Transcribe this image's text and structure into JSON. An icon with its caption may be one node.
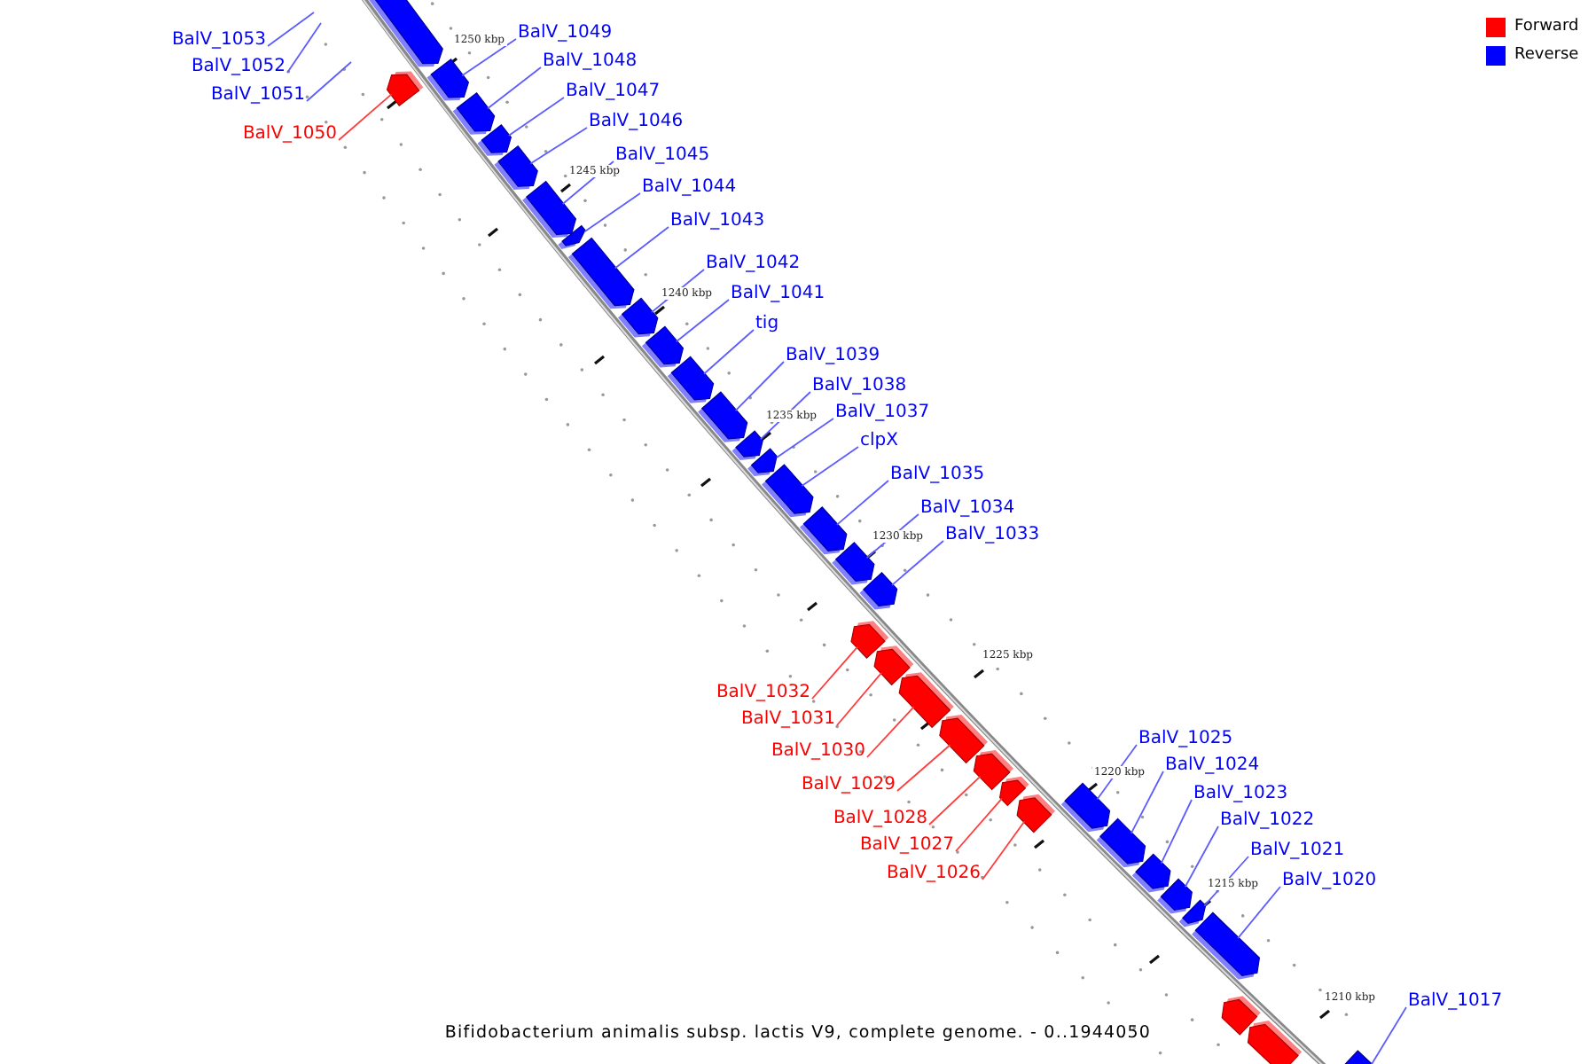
{
  "diagram": {
    "caption": "Bifidobacterium animalis subsp. lactis V9, complete genome. - 0..1944050",
    "nodes": [
      {
        "text": [
          "BalV_1053"
        ]
      },
      {
        "text": [
          "BalV_1052"
        ]
      },
      {
        "text": [
          "BalV_1051"
        ]
      },
      {
        "text": [
          "BalV_1050"
        ]
      },
      {
        "text": [
          "BalV_1049"
        ]
      },
      {
        "text": [
          "BalV_1048"
        ]
      },
      {
        "text": [
          "BalV_1047"
        ]
      },
      {
        "text": [
          "BalV_1046"
        ]
      },
      {
        "text": [
          "BalV_1045"
        ]
      },
      {
        "text": [
          "BalV_1044"
        ]
      },
      {
        "text": [
          "BalV_1043"
        ]
      },
      {
        "text": [
          "BalV_1042"
        ]
      },
      {
        "text": [
          "BalV_1041"
        ]
      },
      {
        "text": [
          "tig"
        ]
      },
      {
        "text": [
          "BalV_1039"
        ]
      },
      {
        "text": [
          "BalV_1038"
        ]
      },
      {
        "text": [
          "BalV_1037"
        ]
      },
      {
        "text": [
          "clpX"
        ]
      },
      {
        "text": [
          "BalV_1035"
        ]
      },
      {
        "text": [
          "BalV_1034"
        ]
      },
      {
        "text": [
          "BalV_1033"
        ]
      },
      {
        "text": [
          "BalV_1032"
        ]
      },
      {
        "text": [
          "BalV_1031"
        ]
      },
      {
        "text": [
          "BalV_1030"
        ]
      },
      {
        "text": [
          "BalV_1029"
        ]
      },
      {
        "text": [
          "BalV_1028"
        ]
      },
      {
        "text": [
          "BalV_1027"
        ]
      },
      {
        "text": [
          "BalV_1026"
        ]
      },
      {
        "text": [
          "BalV_1025"
        ]
      },
      {
        "text": [
          "BalV_1024"
        ]
      },
      {
        "text": [
          "BalV_1023"
        ]
      },
      {
        "text": [
          "BalV_1022"
        ]
      },
      {
        "text": [
          "BalV_1021"
        ]
      },
      {
        "text": [
          "BalV_1020"
        ]
      },
      {
        "text": [
          "BalV_1017"
        ]
      },
      {
        "text": [],
        "shape": "bar"
      },
      {
        "text": [],
        "shape": "bar"
      },
      {
        "text": [],
        "shape": "bar"
      },
      {
        "text": [],
        "shape": "bar"
      },
      {
        "text": [],
        "shape": "bar"
      },
      {
        "text": [],
        "shape": "bar"
      },
      {
        "text": [],
        "shape": "bar"
      },
      {
        "text": [],
        "shape": "bar"
      },
      {
        "text": [],
        "shape": "bar"
      },
      {
        "text": [],
        "shape": "bar"
      },
      {
        "text": [],
        "shape": "bar"
      },
      {
        "text": [],
        "shape": "bar"
      },
      {
        "text": [],
        "shape": "bar"
      },
      {
        "text": [],
        "shape": "bar"
      },
      {
        "text": [],
        "shape": "bar"
      },
      {
        "text": [],
        "shape": "bar"
      },
      {
        "text": [],
        "shape": "bar"
      },
      {
        "text": [],
        "shape": "bar"
      },
      {
        "text": [],
        "shape": "bar"
      },
      {
        "text": [],
        "shape": "bar"
      },
      {
        "text": [],
        "shape": "bar"
      },
      {
        "text": [],
        "shape": "bar"
      },
      {
        "text": [],
        "shape": "bar"
      },
      {
        "text": [],
        "shape": "bar"
      },
      {
        "text": [],
        "shape": "bar"
      },
      {
        "text": [],
        "shape": "bar"
      },
      {
        "text": [],
        "shape": "bar"
      },
      {
        "text": [],
        "shape": "bar"
      },
      {
        "text": [],
        "shape": "bar"
      },
      {
        "text": [],
        "shape": "bar"
      },
      {
        "text": [],
        "shape": "bar"
      },
      {
        "text": [],
        "shape": "bar"
      },
      {
        "text": [],
        "shape": "bar"
      },
      {
        "text": [],
        "shape": "bar"
      },
      {
        "text": [],
        "shape": "bar"
      }
    ],
    "edges": [
      {
        "from": 0,
        "to": null,
        "arrow": "none"
      },
      {
        "from": 1,
        "to": null,
        "arrow": "none"
      },
      {
        "from": 2,
        "to": null,
        "arrow": "none"
      },
      {
        "from": 3,
        "to": 36,
        "arrow": "none",
        "color": "#ff3b3b"
      },
      {
        "from": 4,
        "to": 37,
        "arrow": "none"
      },
      {
        "from": 5,
        "to": 38,
        "arrow": "none"
      },
      {
        "from": 6,
        "to": 39,
        "arrow": "none"
      },
      {
        "from": 7,
        "to": 40,
        "arrow": "none"
      },
      {
        "from": 8,
        "to": 41,
        "arrow": "none"
      },
      {
        "from": 9,
        "to": 42,
        "arrow": "none"
      },
      {
        "from": 10,
        "to": 43,
        "arrow": "none"
      },
      {
        "from": 11,
        "to": 44,
        "arrow": "none"
      },
      {
        "from": 12,
        "to": 45,
        "arrow": "none"
      },
      {
        "from": 13,
        "to": 46,
        "arrow": "none"
      },
      {
        "from": 14,
        "to": 47,
        "arrow": "none"
      },
      {
        "from": 15,
        "to": 48,
        "arrow": "none"
      },
      {
        "from": 16,
        "to": 49,
        "arrow": "none"
      },
      {
        "from": 17,
        "to": 50,
        "arrow": "none"
      },
      {
        "from": 18,
        "to": 51,
        "arrow": "none"
      },
      {
        "from": 19,
        "to": 52,
        "arrow": "none"
      },
      {
        "from": 20,
        "to": 53,
        "arrow": "none"
      },
      {
        "from": 21,
        "to": 54,
        "arrow": "none",
        "color": "#ff3b3b"
      },
      {
        "from": 22,
        "to": 55,
        "arrow": "none",
        "color": "#ff3b3b"
      },
      {
        "from": 23,
        "to": 56,
        "arrow": "none",
        "color": "#ff3b3b"
      },
      {
        "from": 24,
        "to": 57,
        "arrow": "none",
        "color": "#ff3b3b"
      },
      {
        "from": 25,
        "to": 58,
        "arrow": "none",
        "color": "#ff3b3b"
      },
      {
        "from": 26,
        "to": 59,
        "arrow": "none",
        "color": "#ff3b3b"
      },
      {
        "from": 27,
        "to": 60,
        "arrow": "none",
        "color": "#ff3b3b"
      },
      {
        "from": 28,
        "to": 61,
        "arrow": "none"
      },
      {
        "from": 29,
        "to": 62,
        "arrow": "none"
      },
      {
        "from": 30,
        "to": 63,
        "arrow": "none"
      },
      {
        "from": 31,
        "to": 64,
        "arrow": "none"
      },
      {
        "from": 32,
        "to": 65,
        "arrow": "none"
      },
      {
        "from": 33,
        "to": 66,
        "arrow": "none"
      },
      {
        "from": 34,
        "to": 69,
        "arrow": "none"
      }
    ],
    "labels": [
      "1250 kbp",
      "1245 kbp",
      "1240 kbp",
      "1235 kbp",
      "1230 kbp",
      "1225 kbp",
      "1220 kbp",
      "1215 kbp",
      "1210 kbp"
    ],
    "legend": [
      {
        "text": "Forward",
        "color": "#ff0000"
      },
      {
        "text": "Reverse",
        "color": "#0000ff"
      }
    ]
  }
}
